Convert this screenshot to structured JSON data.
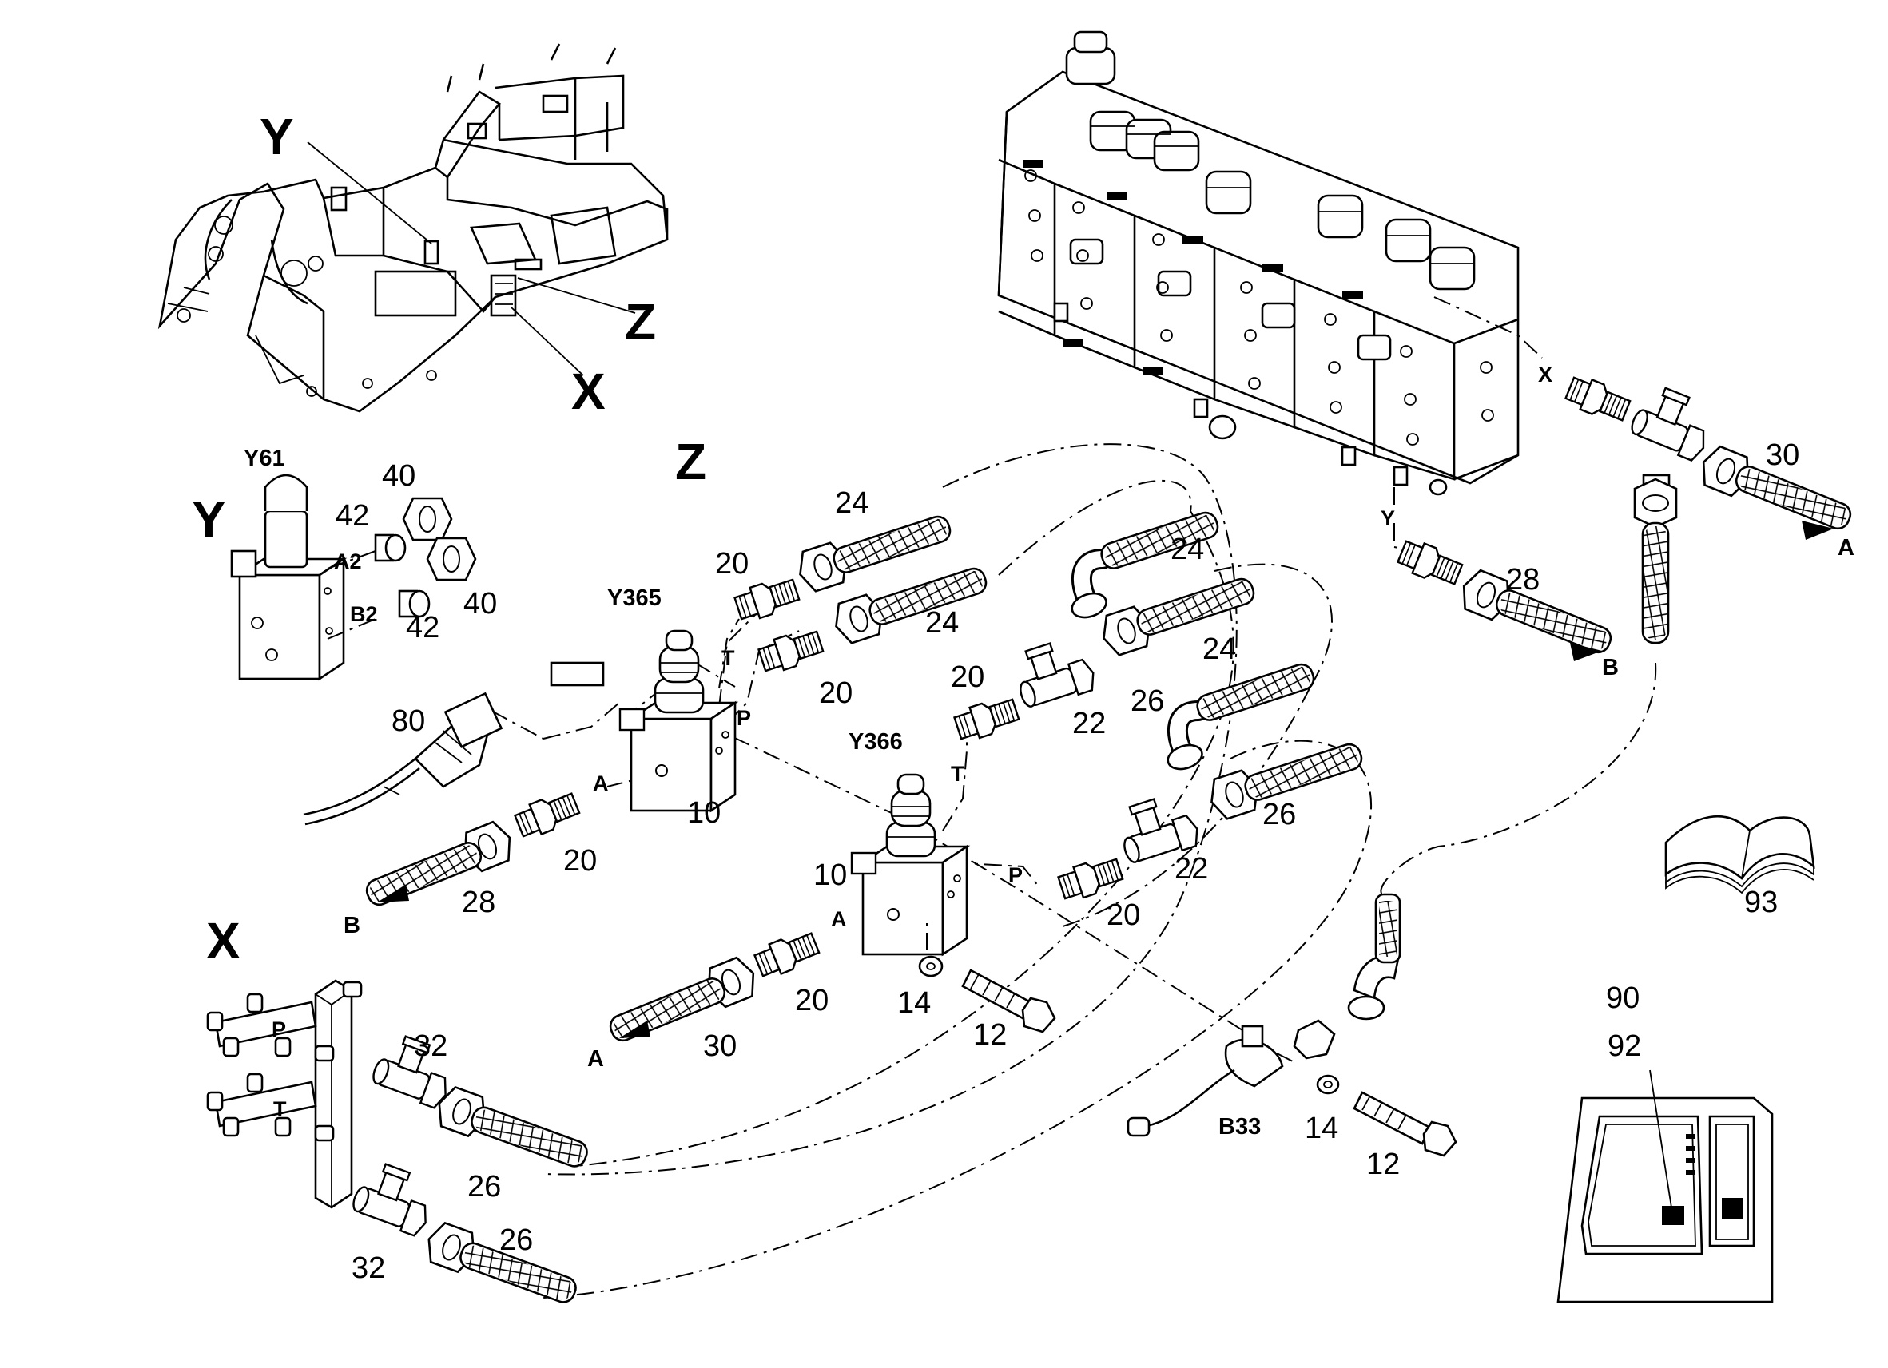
{
  "views": {
    "y": "Y",
    "z": "Z",
    "x": "X"
  },
  "frame_callouts": {
    "y": "Y",
    "z": "Z",
    "x": "X"
  },
  "components": {
    "y61": "Y61",
    "y365": "Y365",
    "y366": "Y366",
    "b33": "B33"
  },
  "port_labels": {
    "a2": "A2",
    "b2": "B2",
    "t1": "T",
    "p1": "P",
    "a1": "A",
    "t2": "T",
    "p2": "P",
    "a2b": "A",
    "xp": "P",
    "xt": "T",
    "vx": "X",
    "vy": "Y"
  },
  "arrows": {
    "a_right": "A",
    "b_right": "B",
    "b_left": "B",
    "a_left": "A"
  },
  "part_numbers": {
    "p40a": "40",
    "p42a": "42",
    "p40b": "40",
    "p42b": "42",
    "p20a": "20",
    "p24a": "24",
    "p24b": "24",
    "p20b": "20",
    "p24c": "24",
    "p20c": "20",
    "p22a": "22",
    "p26a": "26",
    "p24d": "24",
    "p80": "80",
    "p10a": "10",
    "p20d": "20",
    "p28a": "28",
    "p10b": "10",
    "p26b": "26",
    "p22b": "22",
    "p20e": "20",
    "p20f": "20",
    "p30a": "30",
    "p14a": "14",
    "p12a": "12",
    "p30b": "30",
    "p28b": "28",
    "p32a": "32",
    "p26c": "26",
    "p32b": "32",
    "p26d": "26",
    "p14b": "14",
    "p12b": "12",
    "p93": "93",
    "p90": "90",
    "p92": "92"
  }
}
